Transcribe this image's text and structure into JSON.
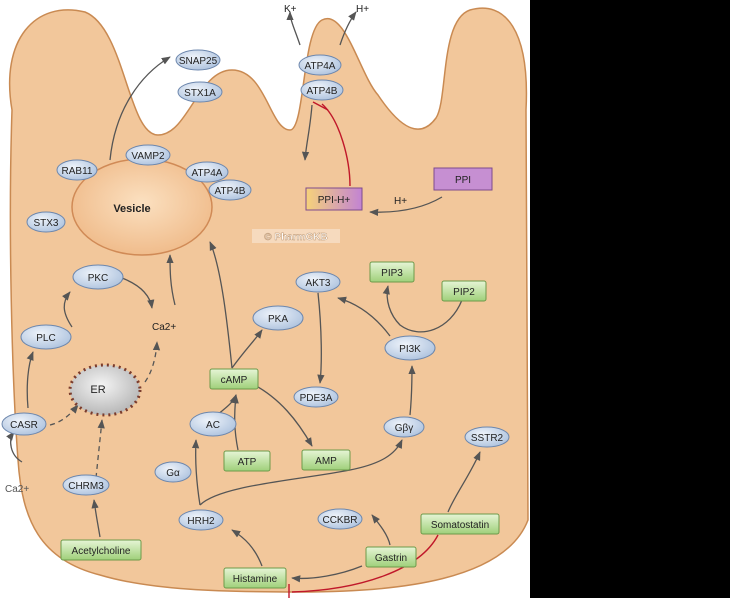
{
  "watermark": "© PharmGKB",
  "labels": {
    "ion_k": "K+",
    "ion_h_top": "H+",
    "ion_h_mid": "H+",
    "calcium_in": "Ca2+",
    "calcium_out": "Ca2+",
    "vesicle": "Vesicle",
    "er": "ER"
  },
  "proteins": {
    "snap25": "SNAP25",
    "stx1a": "STX1A",
    "atp4a_membrane": "ATP4A",
    "atp4b_membrane": "ATP4B",
    "rab11": "RAB11",
    "vamp2": "VAMP2",
    "atp4a_vesicle": "ATP4A",
    "atp4b_vesicle": "ATP4B",
    "stx3": "STX3",
    "pkc": "PKC",
    "plc": "PLC",
    "akt3": "AKT3",
    "pka": "PKA",
    "pi3k": "PI3K",
    "pde3a": "PDE3A",
    "ac": "AC",
    "gbg": "Gβγ",
    "ga": "Gα",
    "casr": "CASR",
    "chrm3": "CHRM3",
    "hrh2": "HRH2",
    "cckbr": "CCKBR",
    "sstr2": "SSTR2"
  },
  "molecules": {
    "pip3": "PIP3",
    "pip2": "PIP2",
    "camp": "cAMP",
    "atp": "ATP",
    "amp": "AMP",
    "acetylcholine": "Acetylcholine",
    "histamine": "Histamine",
    "gastrin": "Gastrin",
    "somatostatin": "Somatostatin"
  },
  "drugs": {
    "ppi": "PPI",
    "ppi_h": "PPI-H+"
  },
  "colors": {
    "cell_fill": "#f2c79b",
    "cell_stroke": "#c98a52",
    "protein_fill": "#c9d7ea",
    "molecule_fill": "#b9df9a",
    "drug_fill": "#c68fd2",
    "inhibition": "#c0182a"
  }
}
